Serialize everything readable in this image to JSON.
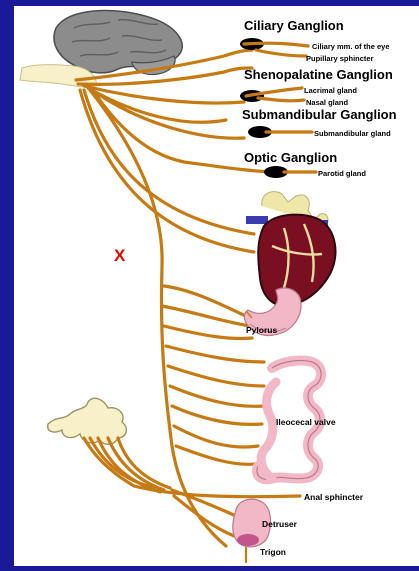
{
  "ganglia": {
    "ciliary": {
      "title": "Ciliary Ganglion",
      "targets": [
        "Ciliary mm. of the eye",
        "Pupillary sphincter"
      ]
    },
    "sphenopalatine": {
      "title": "Shenopalatine Ganglion",
      "targets": [
        "Lacrimal gland",
        "Nasal gland"
      ]
    },
    "submandibular": {
      "title": "Submandibular Ganglion",
      "targets": [
        "Submandibular gland"
      ]
    },
    "optic": {
      "title": "Optic Ganglion",
      "targets": [
        "Parotid gland"
      ]
    }
  },
  "marker": "X",
  "organs": {
    "pylorus": "Pylorus",
    "ileocecal": "Ileocecal valve",
    "anal": "Anal sphincter",
    "detruser": "Detruser",
    "trigon": "Trigon"
  },
  "colors": {
    "background": "#1a1a99",
    "panel": "#ffffff",
    "nerve": "#c57a14",
    "ganglion": "#000000",
    "brain": "#8c8c8c",
    "heart": "#7a0f22",
    "organ_pink": "#f2b8c8",
    "marker": "#e00000"
  }
}
